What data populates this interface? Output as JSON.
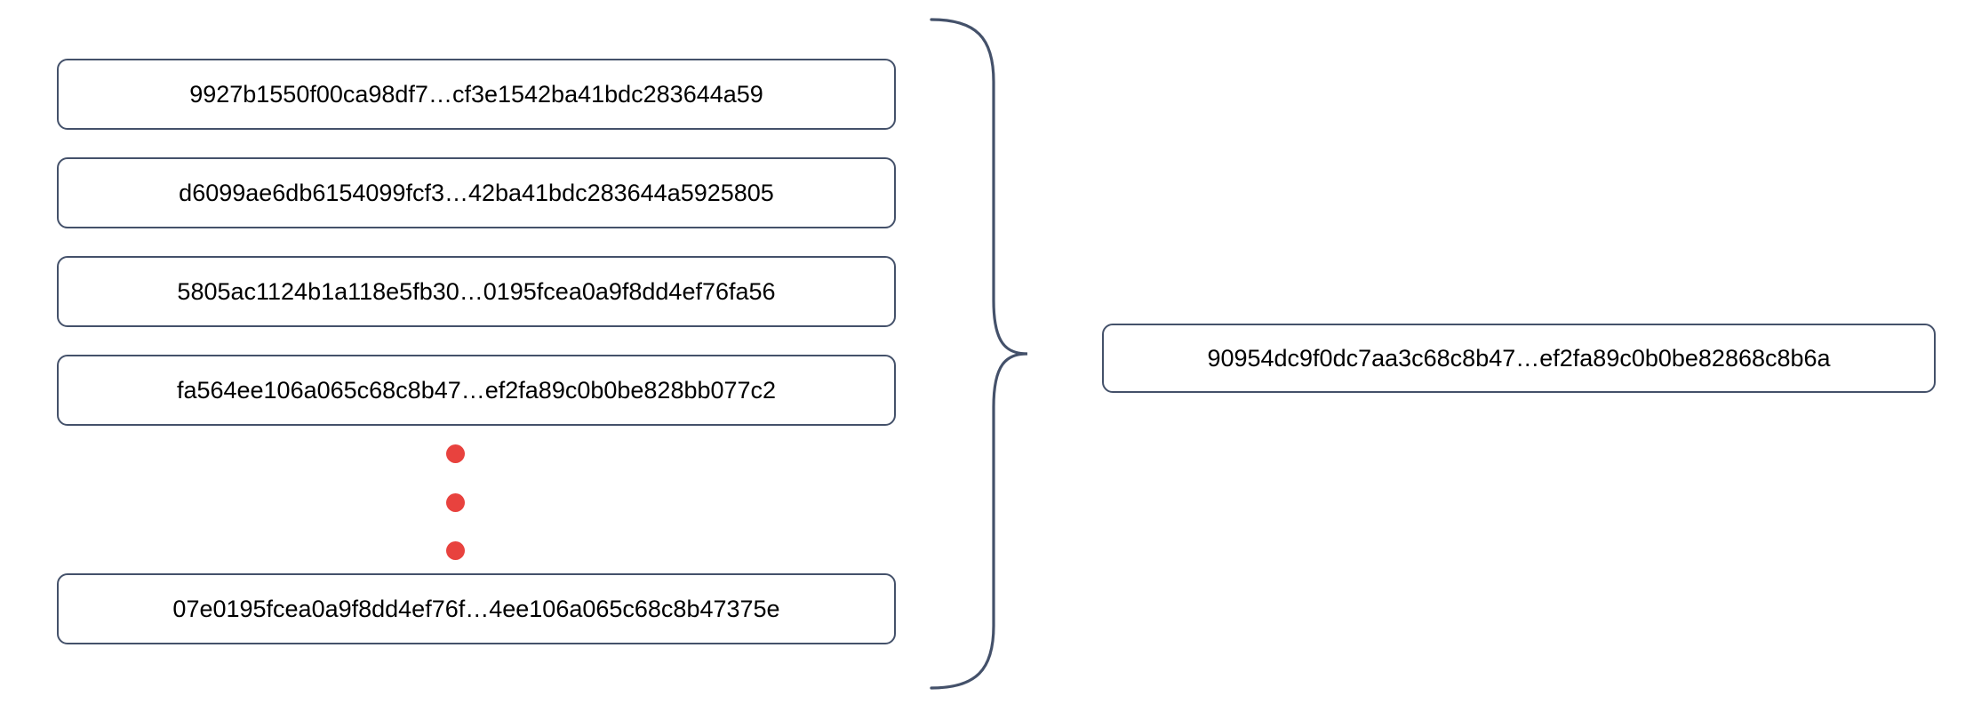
{
  "diagram": {
    "type": "grouping-brace",
    "title": "Hash list aggregated into a single root hash",
    "colors": {
      "box_border": "#44516a",
      "box_fill": "#ffffff",
      "text": "#000000",
      "ellipsis_dot": "#e8423e",
      "brace": "#44516a"
    },
    "inputs": {
      "label": "input-hash-list",
      "items": [
        {
          "id": "hash-0",
          "text": "9927b1550f00ca98df7…cf3e1542ba41bdc283644a59"
        },
        {
          "id": "hash-1",
          "text": "d6099ae6db6154099fcf3…42ba41bdc283644a5925805"
        },
        {
          "id": "hash-2",
          "text": "5805ac1124b1a118e5fb30…0195fcea0a9f8dd4ef76fa56"
        },
        {
          "id": "hash-3",
          "text": "fa564ee106a065c68c8b47…ef2fa89c0b0be828bb077c2"
        },
        {
          "id": "hash-4",
          "text": "07e0195fcea0a9f8dd4ef76f…4ee106a065c68c8b47375e"
        }
      ],
      "ellipsis": {
        "label": "vertical-ellipsis",
        "dot_count": 3,
        "meaning": "more items omitted"
      }
    },
    "connector": {
      "label": "curly-brace",
      "direction": "right",
      "meaning": "all listed hashes combine into the single result"
    },
    "output": {
      "label": "result-hash",
      "text": "90954dc9f0dc7aa3c68c8b47…ef2fa89c0b0be82868c8b6a"
    }
  }
}
